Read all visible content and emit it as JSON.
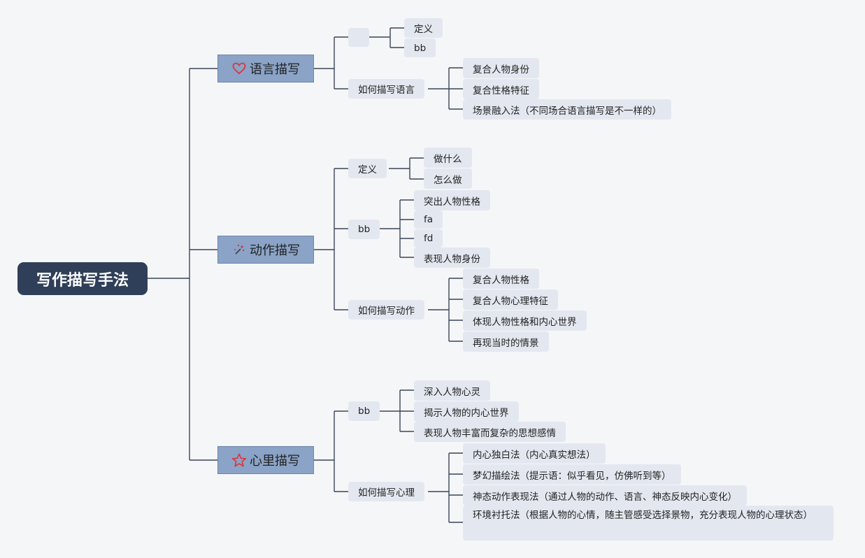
{
  "root": {
    "label": "写作描写手法"
  },
  "branches": [
    {
      "label": "语言描写",
      "icon": "heart-icon",
      "children": [
        {
          "label": "",
          "items": [
            "定义",
            "bb"
          ]
        },
        {
          "label": "如何描写语言",
          "items": [
            "复合人物身份",
            "复合性格特征",
            "场景融入法（不同场合语言描写是不一样的）"
          ]
        }
      ]
    },
    {
      "label": "动作描写",
      "icon": "sparkle-icon",
      "children": [
        {
          "label": "定义",
          "items": [
            "做什么",
            "怎么做"
          ]
        },
        {
          "label": "bb",
          "items": [
            "突出人物性格",
            "fa",
            "fd",
            "表现人物身份"
          ]
        },
        {
          "label": "如何描写动作",
          "items": [
            "复合人物性格",
            "复合人物心理特征",
            "体现人物性格和内心世界",
            "再现当时的情景"
          ]
        }
      ]
    },
    {
      "label": "心里描写",
      "icon": "star-icon",
      "children": [
        {
          "label": "bb",
          "items": [
            "深入人物心灵",
            "揭示人物的内心世界",
            "表现人物丰富而复杂的思想感情"
          ]
        },
        {
          "label": "如何描写心理",
          "items": [
            "内心独白法（内心真实想法）",
            "梦幻描绘法（提示语：似乎看见，仿佛听到等）",
            "神态动作表现法（通过人物的动作、语言、神态反映内心变化）",
            "环境衬托法（根据人物的心情，随主管感受选择景物，充分表现人物的心理状态）"
          ]
        }
      ]
    }
  ],
  "colors": {
    "root_bg": "#2f3f59",
    "main_bg": "#8aa3c7",
    "node_bg": "#e3e8f0",
    "line": "#3a4558",
    "icon_red": "#d9363e"
  }
}
